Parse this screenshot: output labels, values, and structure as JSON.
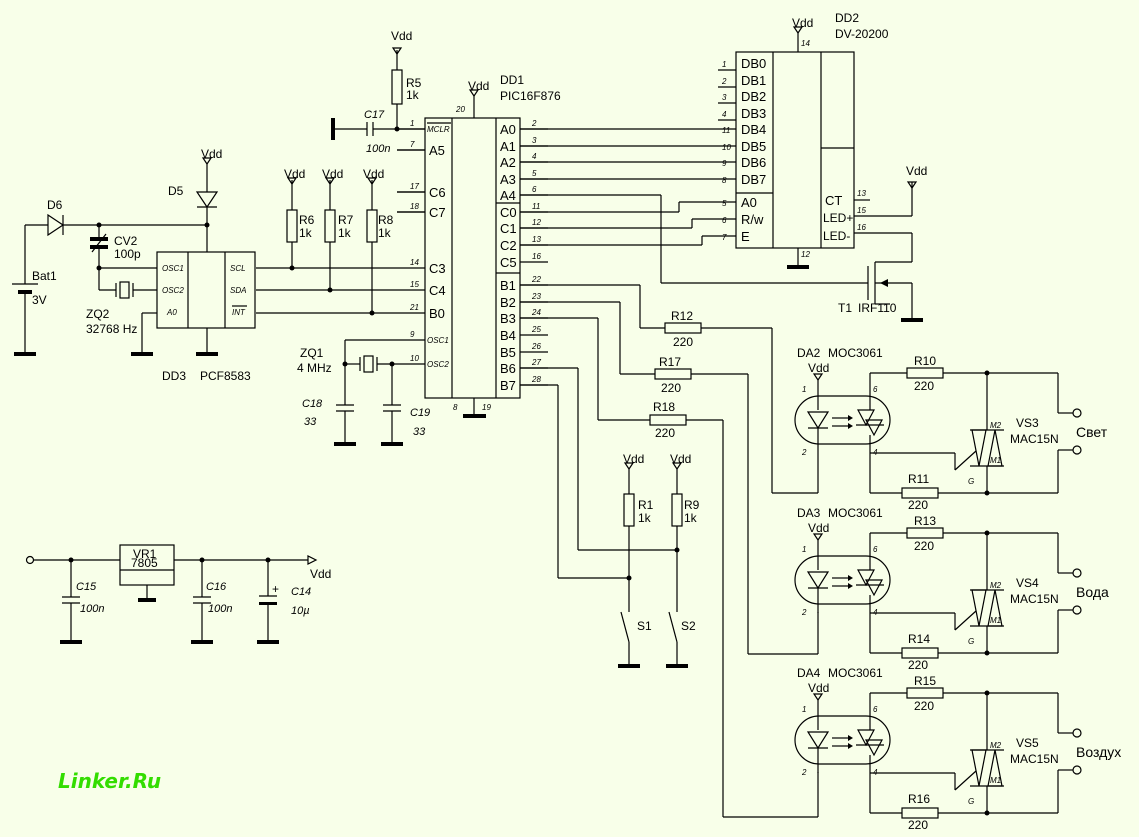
{
  "logo": "Linker.Ru",
  "supply": "Vdd",
  "dd1": {
    "ref": "DD1",
    "part": "PIC16F876",
    "left_pins": [
      {
        "num": "1",
        "name": "MCLR"
      },
      {
        "num": "7",
        "name": "A5"
      },
      {
        "num": "17",
        "name": "C6"
      },
      {
        "num": "18",
        "name": "C7"
      },
      {
        "num": "14",
        "name": "C3"
      },
      {
        "num": "15",
        "name": "C4"
      },
      {
        "num": "21",
        "name": "B0"
      },
      {
        "num": "9",
        "name": "OSC1"
      },
      {
        "num": "10",
        "name": "OSC2"
      }
    ],
    "right_pins": [
      {
        "num": "2",
        "name": "A0"
      },
      {
        "num": "3",
        "name": "A1"
      },
      {
        "num": "4",
        "name": "A2"
      },
      {
        "num": "5",
        "name": "A3"
      },
      {
        "num": "6",
        "name": "A4"
      },
      {
        "num": "11",
        "name": "C0"
      },
      {
        "num": "12",
        "name": "C1"
      },
      {
        "num": "13",
        "name": "C2"
      },
      {
        "num": "16",
        "name": "C5"
      },
      {
        "num": "22",
        "name": "B1"
      },
      {
        "num": "23",
        "name": "B2"
      },
      {
        "num": "24",
        "name": "B3"
      },
      {
        "num": "25",
        "name": "B4"
      },
      {
        "num": "26",
        "name": "B5"
      },
      {
        "num": "27",
        "name": "B6"
      },
      {
        "num": "28",
        "name": "B7"
      }
    ],
    "top_pin": "20",
    "bottom_pins": [
      "8",
      "19"
    ]
  },
  "dd2": {
    "ref": "DD2",
    "part": "DV-20200",
    "pins": [
      {
        "num": "1",
        "name": "DB0"
      },
      {
        "num": "2",
        "name": "DB1"
      },
      {
        "num": "3",
        "name": "DB2"
      },
      {
        "num": "4",
        "name": "DB3"
      },
      {
        "num": "11",
        "name": "DB4"
      },
      {
        "num": "10",
        "name": "DB5"
      },
      {
        "num": "9",
        "name": "DB6"
      },
      {
        "num": "8",
        "name": "DB7"
      },
      {
        "num": "5",
        "name": "A0"
      },
      {
        "num": "6",
        "name": "R/w"
      },
      {
        "num": "7",
        "name": "E"
      }
    ],
    "right_pins": [
      {
        "num": "13",
        "name": "CT"
      },
      {
        "num": "15",
        "name": "LED+"
      },
      {
        "num": "16",
        "name": "LED-"
      }
    ],
    "top_pin": "14",
    "bottom_pin": "12"
  },
  "dd3": {
    "ref": "DD3",
    "part": "PCF8583",
    "left_pins": [
      "OSC1",
      "OSC2",
      "A0"
    ],
    "right_pins": [
      "SCL",
      "SDA",
      "INT"
    ]
  },
  "resistors": [
    {
      "ref": "R5",
      "val": "1k"
    },
    {
      "ref": "R6",
      "val": "1k"
    },
    {
      "ref": "R7",
      "val": "1k"
    },
    {
      "ref": "R8",
      "val": "1k"
    },
    {
      "ref": "R1",
      "val": "1k"
    },
    {
      "ref": "R9",
      "val": "1k"
    },
    {
      "ref": "R12",
      "val": "220"
    },
    {
      "ref": "R17",
      "val": "220"
    },
    {
      "ref": "R18",
      "val": "220"
    },
    {
      "ref": "R10",
      "val": "220"
    },
    {
      "ref": "R11",
      "val": "220"
    },
    {
      "ref": "R13",
      "val": "220"
    },
    {
      "ref": "R14",
      "val": "220"
    },
    {
      "ref": "R15",
      "val": "220"
    },
    {
      "ref": "R16",
      "val": "220"
    }
  ],
  "caps": [
    {
      "ref": "C17",
      "val": "100n"
    },
    {
      "ref": "C18",
      "val": "33"
    },
    {
      "ref": "C19",
      "val": "33"
    },
    {
      "ref": "CV2",
      "val": "100p"
    },
    {
      "ref": "C15",
      "val": "100n"
    },
    {
      "ref": "C16",
      "val": "100n"
    },
    {
      "ref": "C14",
      "val": "10µ"
    }
  ],
  "misc": {
    "zq1": "ZQ1",
    "zq1_f": "4 MHz",
    "zq2": "ZQ2",
    "zq2_f": "32768 Hz",
    "d5": "D5",
    "d6": "D6",
    "bat": "Bat1",
    "bat_v": "3V",
    "vr": "VR1",
    "vr_part": "7805",
    "t1": "T1",
    "t1_part": "IRF110",
    "s1": "S1",
    "s2": "S2"
  },
  "channels": [
    {
      "opto": "DA2",
      "opto_part": "MOC3061",
      "triac": "VS3",
      "triac_part": "MAC15N",
      "label": "Свет"
    },
    {
      "opto": "DA3",
      "opto_part": "MOC3061",
      "triac": "VS4",
      "triac_part": "MAC15N",
      "label": "Вода"
    },
    {
      "opto": "DA4",
      "opto_part": "MOC3061",
      "triac": "VS5",
      "triac_part": "MAC15N",
      "label": "Воздух"
    }
  ],
  "opto_pins": [
    "1",
    "2",
    "6",
    "4"
  ],
  "triac_pins": [
    "M2",
    "M1",
    "G"
  ],
  "colors": {
    "background": "#f8ffe9",
    "logo": "#33dd00"
  }
}
